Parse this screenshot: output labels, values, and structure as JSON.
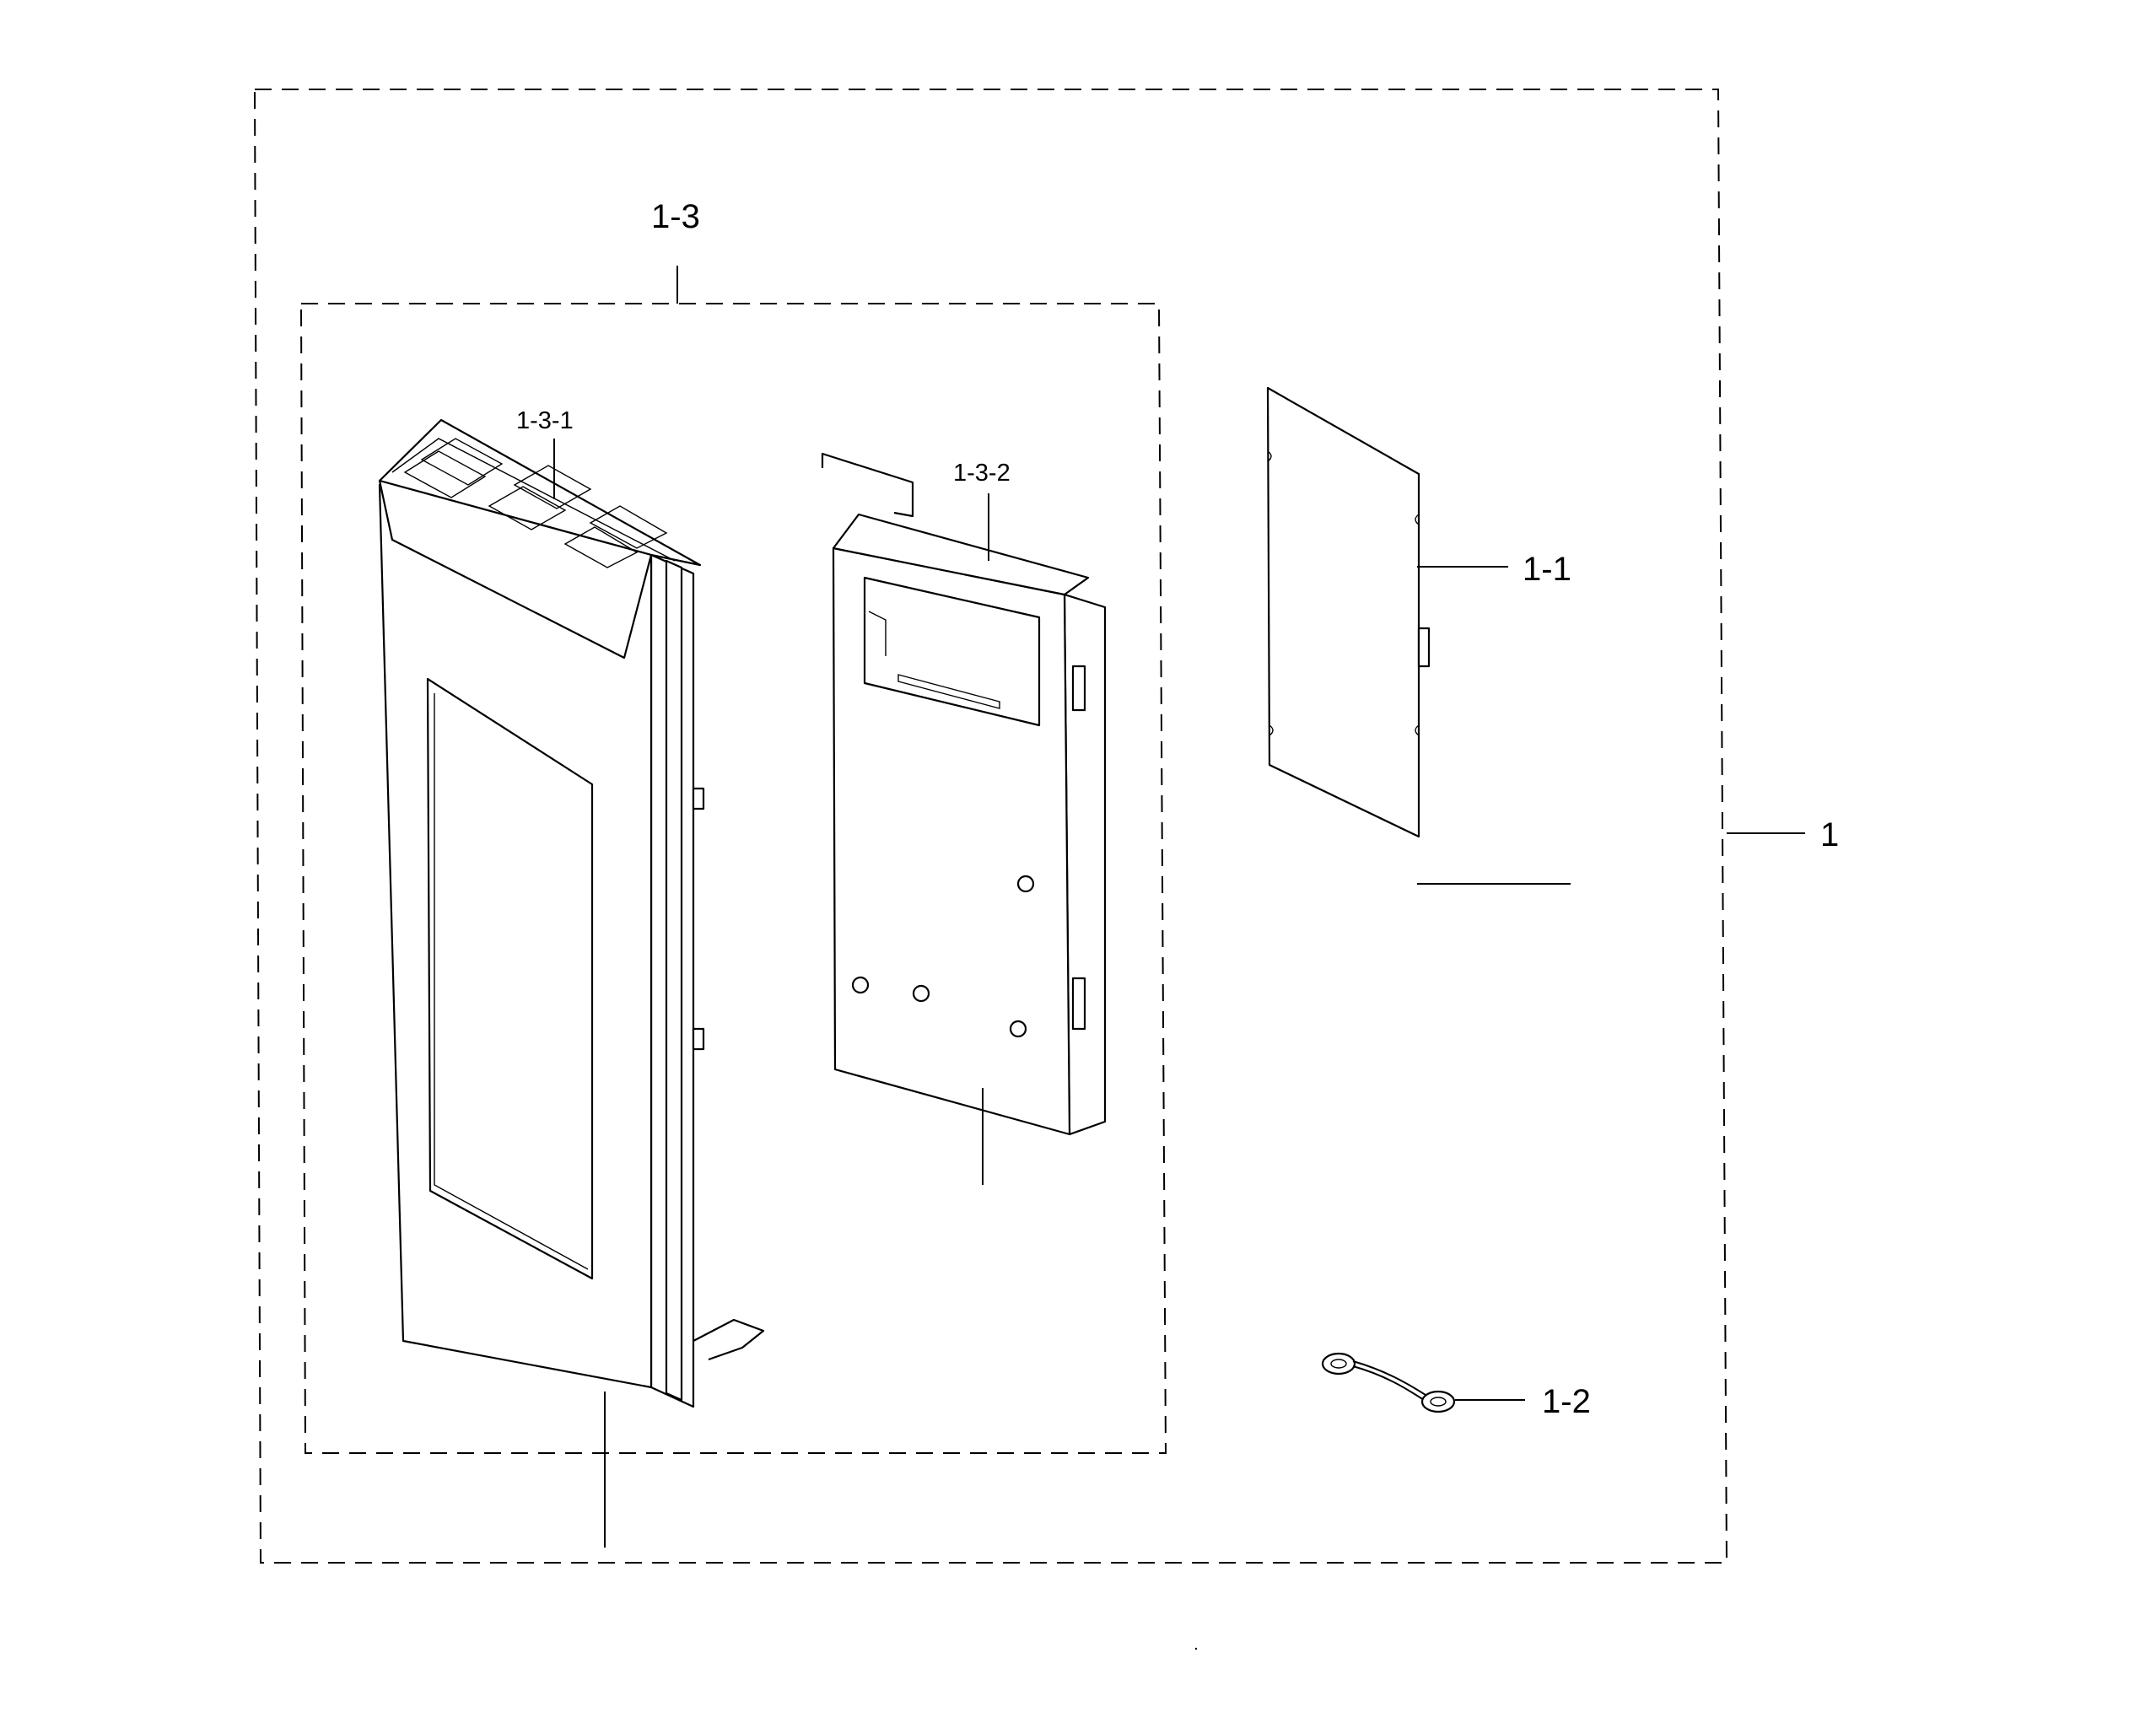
{
  "labels": {
    "assembly": "1",
    "part_1_1": "1-1",
    "part_1_2": "1-2",
    "part_1_3": "1-3",
    "part_1_3_1": "1-3-1",
    "part_1_3_2": "1-3-2"
  }
}
